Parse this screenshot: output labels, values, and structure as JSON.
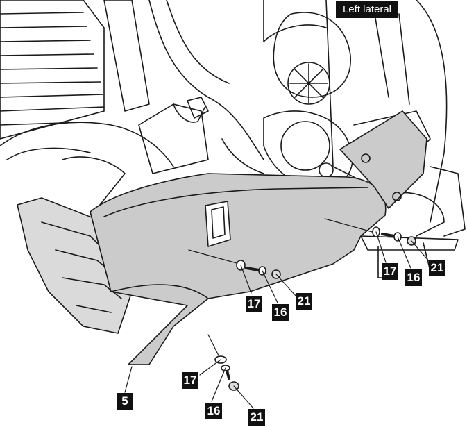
{
  "view_label": "Left lateral",
  "callouts": {
    "panel": "5",
    "washer_a": "17",
    "bolt_a": "16",
    "grommet_a": "21",
    "washer_b": "17",
    "bolt_b": "16",
    "grommet_b": "21",
    "washer_c": "17",
    "bolt_c": "16",
    "grommet_c": "21"
  },
  "colors": {
    "panel_fill": "#cbcbcb",
    "line": "#1a1a1a",
    "callout_bg": "#111111",
    "callout_text": "#ffffff"
  }
}
